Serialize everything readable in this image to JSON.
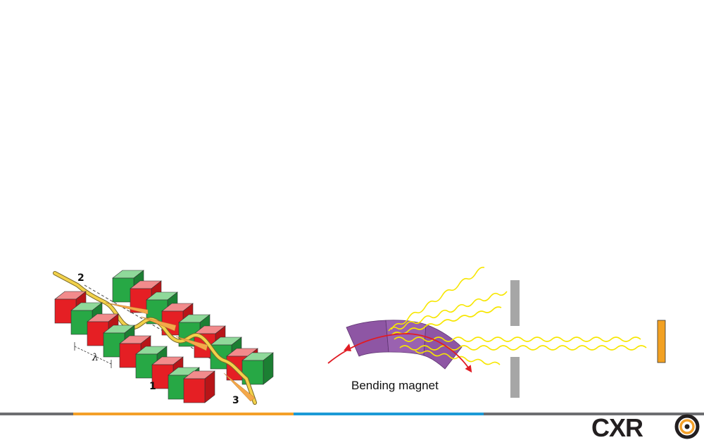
{
  "undulator": {
    "labels": [
      "1",
      "2",
      "3"
    ],
    "period_symbol": "λ"
  },
  "bending": {
    "caption": "Bending magnet"
  },
  "colors": {
    "magnet_red": "#e51f24",
    "magnet_green": "#27a845",
    "beam_yellow": "#f2d14a",
    "light_orange": "#f4a84a",
    "dipole_purple": "#8e56a4",
    "electron_red": "#e01c24",
    "wave_yellow": "#f7e600",
    "slit_gray": "#a6a6a6",
    "detector_orange": "#f2a122",
    "footer_gray": "#6d6e71",
    "footer_orange": "#f4a028",
    "footer_blue": "#1c9ad6"
  },
  "logo": {
    "text": "CXR"
  }
}
